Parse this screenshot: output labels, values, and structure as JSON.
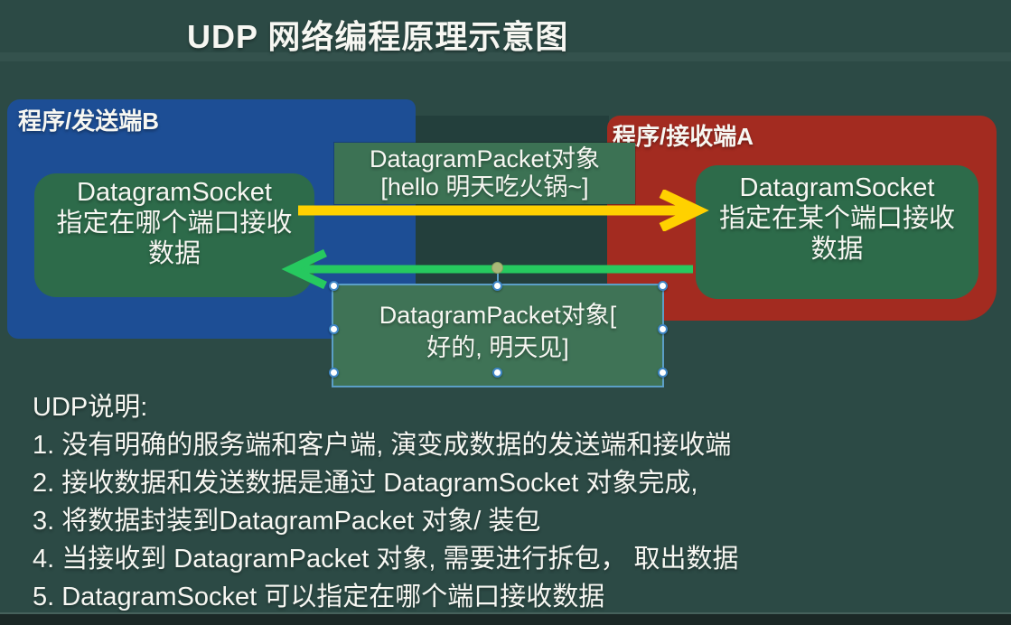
{
  "title": "UDP 网络编程原理示意图",
  "sender": {
    "label": "程序/发送端B",
    "socket_lines": [
      "DatagramSocket",
      "指定在哪个端口接收",
      "数据"
    ]
  },
  "receiver": {
    "label": "程序/接收端A",
    "socket_lines": [
      "DatagramSocket",
      "指定在某个端口接收",
      "数据"
    ]
  },
  "packets": {
    "to_receiver": [
      "DatagramPacket对象",
      "[hello 明天吃火锅~]"
    ],
    "to_sender": [
      "DatagramPacket对象[",
      "好的, 明天见]"
    ]
  },
  "notes": {
    "heading": "UDP说明:",
    "items": [
      "1. 没有明确的服务端和客户端, 演变成数据的发送端和接收端",
      "2. 接收数据和发送数据是通过 DatagramSocket 对象完成,",
      "3. 将数据封装到DatagramPacket 对象/ 装包",
      "4. 当接收到 DatagramPacket 对象, 需要进行拆包， 取出数据",
      "5. DatagramSocket 可以指定在哪个端口接收数据"
    ]
  },
  "colors": {
    "background": "#2c4a45",
    "sender_box_blue": "#1d4e95",
    "receiver_box_red": "#a32b20",
    "socket_box_green": "#2d6b4a",
    "packet_box_green": "#3c7254",
    "send_arrow_yellow": "#ffd100",
    "reply_arrow_green": "#26c95f",
    "selection_blue": "#5b9fc7",
    "text_white": "#f7f7f2"
  }
}
